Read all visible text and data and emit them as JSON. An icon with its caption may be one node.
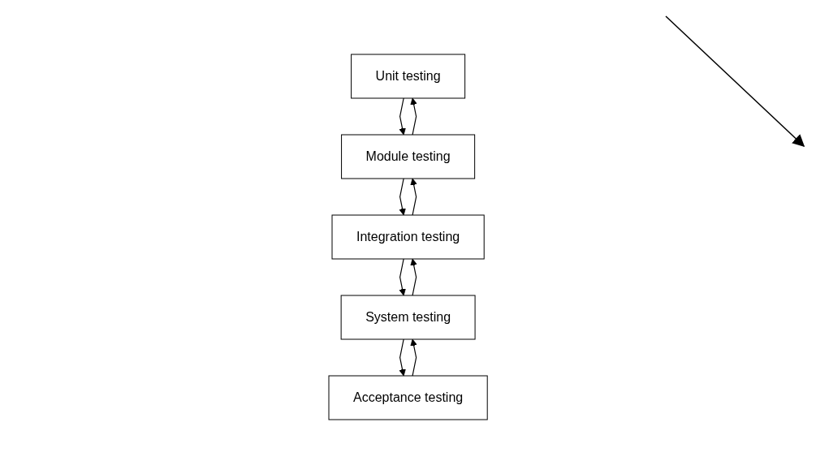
{
  "diagram": {
    "nodes": [
      {
        "text": [
          "Unit testing"
        ]
      },
      {
        "text": [
          "Module testing"
        ]
      },
      {
        "text": [
          "Integration testing"
        ]
      },
      {
        "text": [
          "System testing"
        ]
      },
      {
        "text": [
          "Acceptance testing"
        ]
      }
    ],
    "edges": [
      {
        "from": 0,
        "to": 1,
        "arrow": "to"
      },
      {
        "from": 1,
        "to": 0,
        "arrow": "to"
      },
      {
        "from": 1,
        "to": 2,
        "arrow": "to"
      },
      {
        "from": 2,
        "to": 1,
        "arrow": "to"
      },
      {
        "from": 2,
        "to": 3,
        "arrow": "to"
      },
      {
        "from": 3,
        "to": 2,
        "arrow": "to"
      },
      {
        "from": 3,
        "to": 4,
        "arrow": "to"
      },
      {
        "from": 4,
        "to": 3,
        "arrow": "to"
      }
    ]
  }
}
